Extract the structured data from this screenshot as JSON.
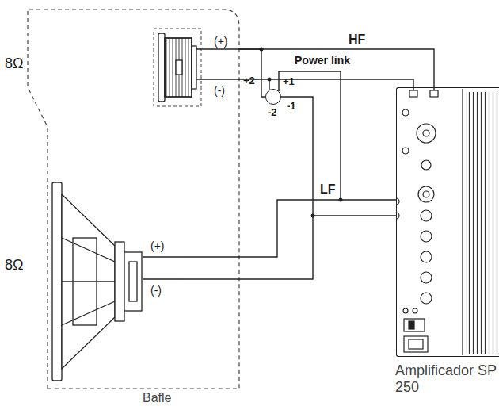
{
  "diagram": {
    "nodes": [
      {
        "text": [
          "Bafle"
        ]
      },
      {
        "text": [
          "(+)",
          "(-)"
        ],
        "in": 0
      },
      {
        "text": [
          "(+)",
          "(-)"
        ],
        "in": 0
      },
      {
        "text": [
          "+1",
          "+2",
          "-1",
          "-2"
        ]
      },
      {
        "text": [
          "Amplificador SP 250"
        ]
      }
    ],
    "edges": [
      {
        "from": 1,
        "to": 4,
        "arrow": "none",
        "label": "HF"
      },
      {
        "from": 2,
        "to": 4,
        "arrow": "none",
        "label": "LF"
      },
      {
        "from": 1,
        "to": 3,
        "arrow": "none"
      },
      {
        "from": 2,
        "to": 3,
        "arrow": "none"
      }
    ],
    "labels": [
      "8Ω",
      "8Ω",
      "Power link"
    ]
  }
}
